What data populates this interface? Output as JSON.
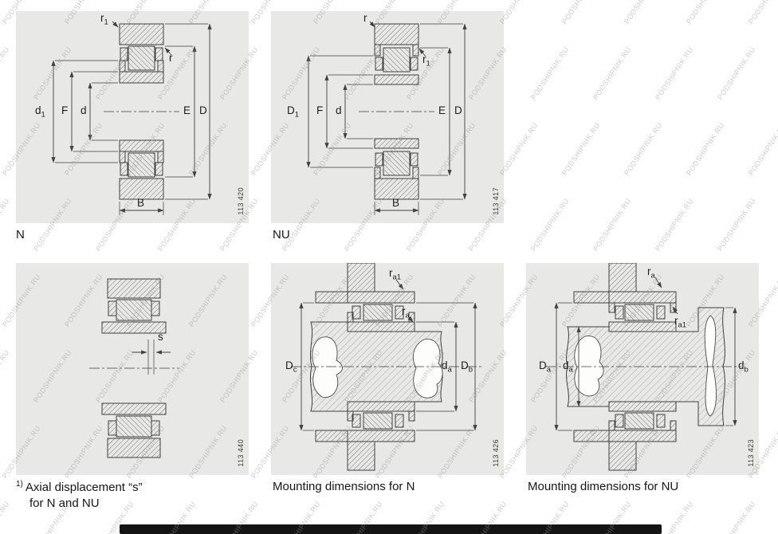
{
  "page": {
    "background": "#ffffff",
    "panel_background": "#e8e8e6",
    "footer_color": "#141414",
    "line_color": "#3f3f3f"
  },
  "watermark": {
    "text": "PODSHIPNIK.RU"
  },
  "figures": {
    "n": {
      "name": "N",
      "figure_number": "113 420",
      "labels": {
        "r1": {
          "base": "r",
          "sub": "1"
        },
        "r": {
          "base": "r",
          "sub": ""
        },
        "d1": {
          "base": "d",
          "sub": "1"
        },
        "F": {
          "base": "F",
          "sub": ""
        },
        "d": {
          "base": "d",
          "sub": ""
        },
        "E": {
          "base": "E",
          "sub": ""
        },
        "D": {
          "base": "D",
          "sub": ""
        },
        "B": {
          "base": "B",
          "sub": ""
        }
      }
    },
    "nu": {
      "name": "NU",
      "figure_number": "113 417",
      "labels": {
        "r": {
          "base": "r",
          "sub": ""
        },
        "r1": {
          "base": "r",
          "sub": "1"
        },
        "D1": {
          "base": "D",
          "sub": "1"
        },
        "F": {
          "base": "F",
          "sub": ""
        },
        "d": {
          "base": "d",
          "sub": ""
        },
        "E": {
          "base": "E",
          "sub": ""
        },
        "D": {
          "base": "D",
          "sub": ""
        },
        "B": {
          "base": "B",
          "sub": ""
        }
      }
    },
    "axial": {
      "figure_number": "113 440",
      "labels": {
        "s": {
          "base": "s",
          "sub": ""
        }
      },
      "caption_sup": "1)",
      "caption_line1": "Axial displacement “s”",
      "caption_line2": "for N and NU"
    },
    "mount_n": {
      "figure_number": "113 426",
      "caption": "Mounting dimensions for N",
      "labels": {
        "ra1": {
          "base": "r",
          "sub": "a1"
        },
        "ra": {
          "base": "r",
          "sub": "a"
        },
        "Dc": {
          "base": "D",
          "sub": "c"
        },
        "da": {
          "base": "d",
          "sub": "a"
        },
        "Db": {
          "base": "D",
          "sub": "b"
        }
      }
    },
    "mount_nu": {
      "figure_number": "113 423",
      "caption": "Mounting dimensions for NU",
      "labels": {
        "ra": {
          "base": "r",
          "sub": "a"
        },
        "ra1": {
          "base": "r",
          "sub": "a1"
        },
        "Da": {
          "base": "D",
          "sub": "a"
        },
        "da": {
          "base": "d",
          "sub": "a"
        },
        "db": {
          "base": "d",
          "sub": "b"
        }
      }
    }
  }
}
